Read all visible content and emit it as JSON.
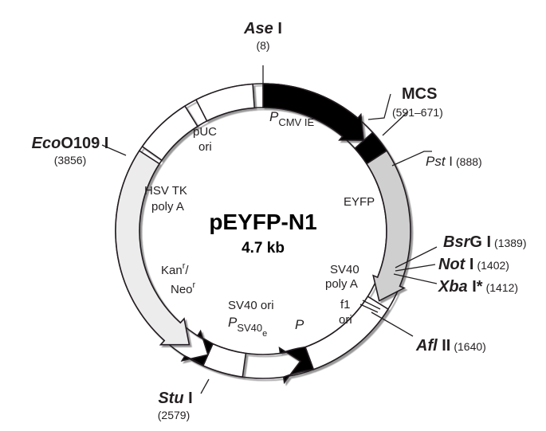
{
  "plasmid": {
    "name": "pEYFP-N1",
    "size": "4.7 kb"
  },
  "colors": {
    "black": "#000000",
    "gray": "#cfcfcf",
    "light": "#ececec",
    "white": "#ffffff"
  },
  "sites": [
    {
      "id": "ase",
      "name": "Ase",
      "suffix": " I",
      "pos": "(8)"
    },
    {
      "id": "mcs",
      "name": "",
      "suffix": "MCS",
      "pos": "(591–671)"
    },
    {
      "id": "pst",
      "name": "Pst",
      "suffix": " I",
      "pos": "(888)"
    },
    {
      "id": "bsrg",
      "name": "Bsr",
      "suffix": "G I",
      "pos": "(1389)"
    },
    {
      "id": "not",
      "name": "Not",
      "suffix": " I",
      "pos": "(1402)"
    },
    {
      "id": "xba",
      "name": "Xba",
      "suffix": " I*",
      "pos": "(1412)"
    },
    {
      "id": "afl",
      "name": "Afl",
      "suffix": " II",
      "pos": "(1640)"
    },
    {
      "id": "stu",
      "name": "Stu",
      "suffix": " I",
      "pos": "(2579)"
    },
    {
      "id": "eco",
      "name": "Eco",
      "suffix": "O109 I",
      "pos": "(3856)"
    }
  ],
  "features": {
    "pcmv": {
      "main": "P",
      "sub": "CMV IE"
    },
    "eyfp": "EYFP",
    "sv40polyA": [
      "SV40",
      "poly A"
    ],
    "f1ori": [
      "f1",
      "ori"
    ],
    "p": "P",
    "sv40ori": "SV40 ori",
    "psv40": {
      "main": "P",
      "sub": "SV40",
      "subsub": "e"
    },
    "kan": {
      "a": "Kan",
      "sup1": "r",
      "b": "Neo",
      "sup2": "r"
    },
    "hsvtk": [
      "HSV TK",
      "poly A"
    ],
    "puc": [
      "pUC",
      "ori"
    ]
  }
}
